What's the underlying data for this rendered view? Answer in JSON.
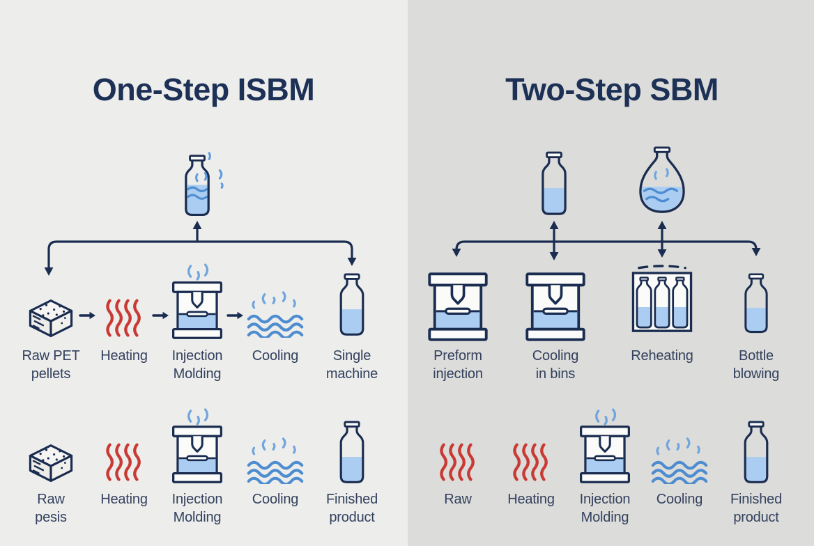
{
  "colors": {
    "navy": "#1a2c50",
    "title_text": "#1d3156",
    "label_text": "#33415d",
    "heat_red": "#c93a34",
    "water_fill": "#aacdf1",
    "wave_blue": "#4e8cd0",
    "steam_blue": "#70a5de",
    "bg_left": "#ededec",
    "bg_right": "#dcdcda"
  },
  "left_panel": {
    "title": "One-Step ISBM",
    "top_icon": "steaming-filled-bottle-icon",
    "row1": {
      "items": [
        {
          "label": "Raw PET\npellets",
          "icon": "raw-pellets-cube-icon"
        },
        {
          "label": "Heating",
          "icon": "heat-waves-icon"
        },
        {
          "label": "Injection\nMolding",
          "icon": "injection-molding-machine-icon"
        },
        {
          "label": "Cooling",
          "icon": "cooling-waves-icon"
        },
        {
          "label": "Single\nmachine",
          "icon": "filled-bottle-icon"
        }
      ]
    },
    "row2": {
      "items": [
        {
          "label": "Raw\npesis",
          "icon": "raw-pellets-cube-icon"
        },
        {
          "label": "Heating",
          "icon": "heat-waves-icon"
        },
        {
          "label": "Injection\nMolding",
          "icon": "injection-molding-machine-icon"
        },
        {
          "label": "Cooling",
          "icon": "cooling-waves-icon"
        },
        {
          "label": "Finished\nproduct",
          "icon": "filled-bottle-icon"
        }
      ]
    }
  },
  "right_panel": {
    "title": "Two-Step SBM",
    "top_icons": [
      {
        "icon": "filled-bottle-icon"
      },
      {
        "icon": "water-flask-icon"
      }
    ],
    "row1": {
      "items": [
        {
          "label": "Preform\ninjection",
          "icon": "injection-molding-machine-icon"
        },
        {
          "label": "Cooling\nin bins",
          "icon": "injection-molding-machine-icon"
        },
        {
          "label": "Reheating",
          "icon": "bottle-crate-icon"
        },
        {
          "label": "Bottle\nblowing",
          "icon": "filled-bottle-icon"
        }
      ]
    },
    "row2": {
      "items": [
        {
          "label": "Raw",
          "icon": "heat-waves-icon"
        },
        {
          "label": "Heating",
          "icon": "heat-waves-icon"
        },
        {
          "label": "Injection\nMolding",
          "icon": "injection-molding-machine-icon"
        },
        {
          "label": "Cooling",
          "icon": "cooling-waves-icon"
        },
        {
          "label": "Finished\nproduct",
          "icon": "filled-bottle-icon"
        }
      ]
    }
  }
}
